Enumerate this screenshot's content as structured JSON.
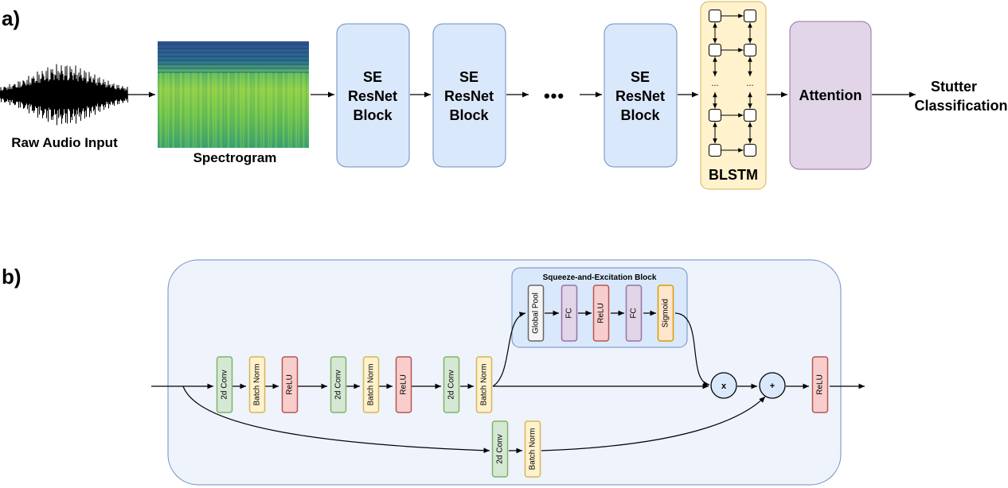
{
  "panel_a": {
    "label": "a)",
    "input_label": "Raw Audio Input",
    "spectrogram_label": "Spectrogram",
    "se_blocks": [
      {
        "lines": [
          "SE",
          "ResNet",
          "Block"
        ]
      },
      {
        "lines": [
          "SE",
          "ResNet",
          "Block"
        ]
      },
      {
        "lines": [
          "SE",
          "ResNet",
          "Block"
        ]
      }
    ],
    "ellipsis": "•••",
    "blstm_label": "BLSTM",
    "blstm_ellipsis": "...",
    "attention_label": "Attention",
    "output_lines": [
      "Stutter",
      "Classification"
    ]
  },
  "panel_b": {
    "label": "b)",
    "se_block_title": "Squeeze-and-Excitation Block",
    "main_path": [
      {
        "label": "2d Conv",
        "kind": "conv"
      },
      {
        "label": "Batch Norm",
        "kind": "bn"
      },
      {
        "label": "ReLU",
        "kind": "relu"
      },
      {
        "label": "2d Conv",
        "kind": "conv"
      },
      {
        "label": "Batch Norm",
        "kind": "bn"
      },
      {
        "label": "ReLU",
        "kind": "relu"
      },
      {
        "label": "2d Conv",
        "kind": "conv"
      },
      {
        "label": "Batch Norm",
        "kind": "bn"
      }
    ],
    "se_path": [
      {
        "label": "Global Pool",
        "kind": "pool"
      },
      {
        "label": "FC",
        "kind": "fc"
      },
      {
        "label": "ReLU",
        "kind": "relu"
      },
      {
        "label": "FC",
        "kind": "fc"
      },
      {
        "label": "Sigmoid",
        "kind": "sigmoid"
      }
    ],
    "shortcut_path": [
      {
        "label": "2d Conv",
        "kind": "conv"
      },
      {
        "label": "Batch Norm",
        "kind": "bn"
      }
    ],
    "multiply_symbol": "x",
    "add_symbol": "+",
    "final_relu": "ReLU"
  },
  "colors": {
    "se_block_fill": "#dae8fc",
    "se_block_stroke": "#6c8ebf",
    "blstm_fill": "#fff2cc",
    "blstm_stroke": "#d6b656",
    "attention_fill": "#e1d5e7",
    "attention_stroke": "#9673a6",
    "conv_fill": "#d5e8d4",
    "conv_stroke": "#82b366",
    "bn_fill": "#fff2cc",
    "bn_stroke": "#d6b656",
    "relu_fill": "#f8cecc",
    "relu_stroke": "#b85450",
    "panel_b_fill": "#eef3fc",
    "panel_b_stroke": "#6c8ebf",
    "sigmoid_fill": "#ffe6cc",
    "sigmoid_stroke": "#d79b00",
    "pool_fill": "#f5f5f5",
    "pool_stroke": "#666666"
  }
}
